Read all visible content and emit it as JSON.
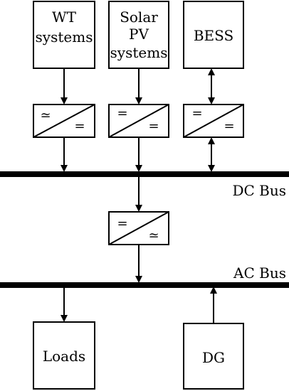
{
  "blocks": {
    "wt": {
      "lines": [
        "WT",
        "systems"
      ]
    },
    "pv": {
      "lines": [
        "Solar",
        "PV",
        "systems"
      ]
    },
    "bess": {
      "lines": [
        "BESS"
      ]
    },
    "loads": {
      "lines": [
        "Loads"
      ]
    },
    "dg": {
      "lines": [
        "DG"
      ]
    }
  },
  "converters": {
    "wt_conv": {
      "in_symbol": "≃",
      "out_symbol": "="
    },
    "pv_conv": {
      "in_symbol": "=",
      "out_symbol": "="
    },
    "bess_conv": {
      "in_symbol": "=",
      "out_symbol": "="
    },
    "inverter": {
      "in_symbol": "=",
      "out_symbol": "≃"
    }
  },
  "buses": {
    "dc": "DC Bus",
    "ac": "AC Bus"
  }
}
